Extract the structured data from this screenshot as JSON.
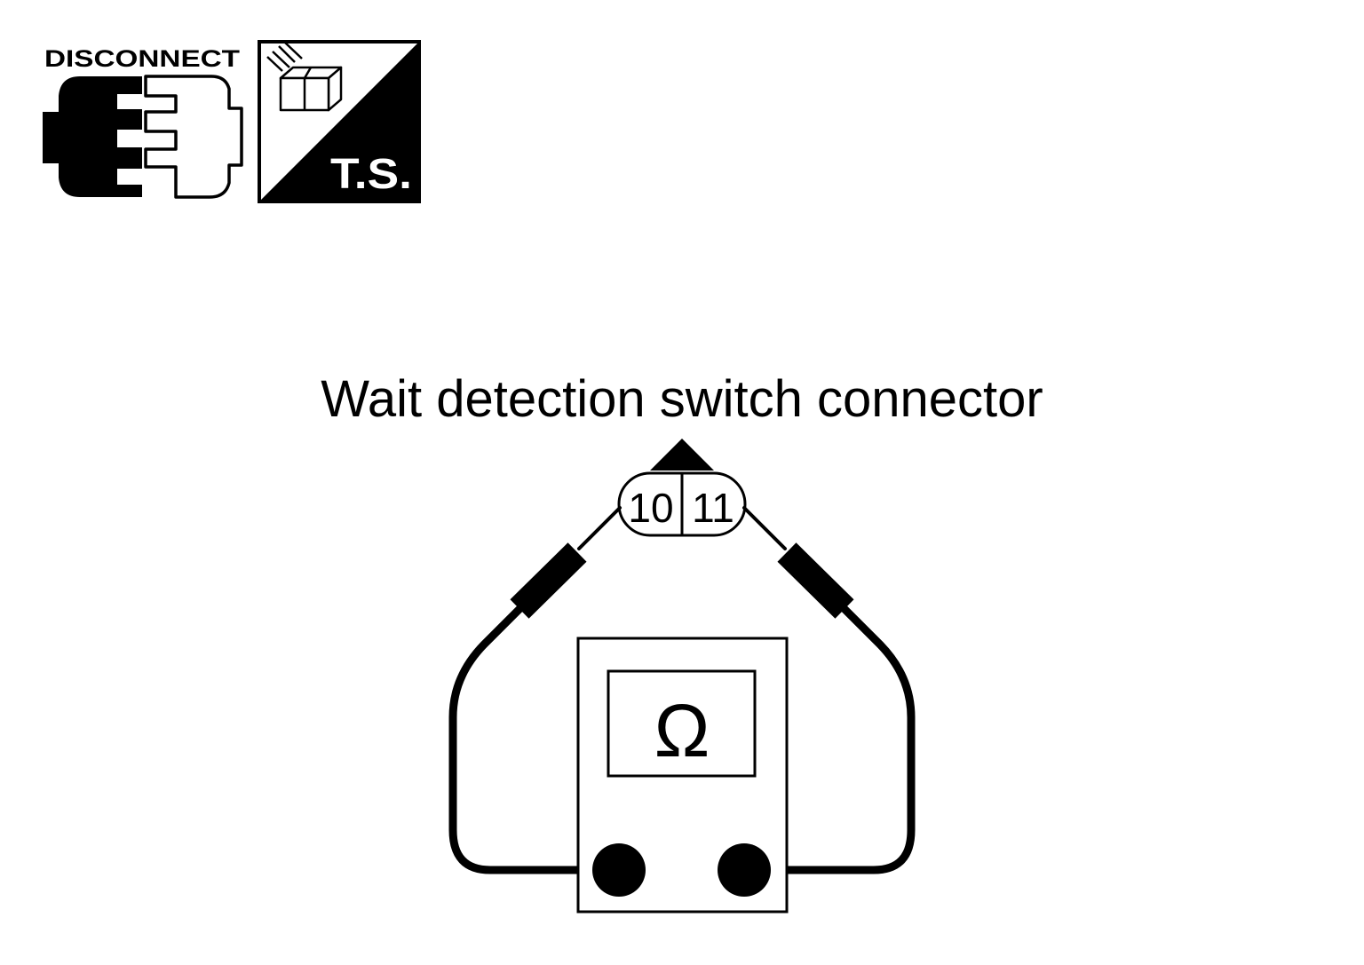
{
  "icons": {
    "disconnect_label": "DISCONNECT",
    "test_label": "T.S."
  },
  "diagram": {
    "title": "Wait detection switch connector",
    "pins": [
      "10",
      "11"
    ],
    "meter_symbol": "Ω"
  },
  "colors": {
    "ink": "#000000",
    "paper": "#ffffff"
  }
}
